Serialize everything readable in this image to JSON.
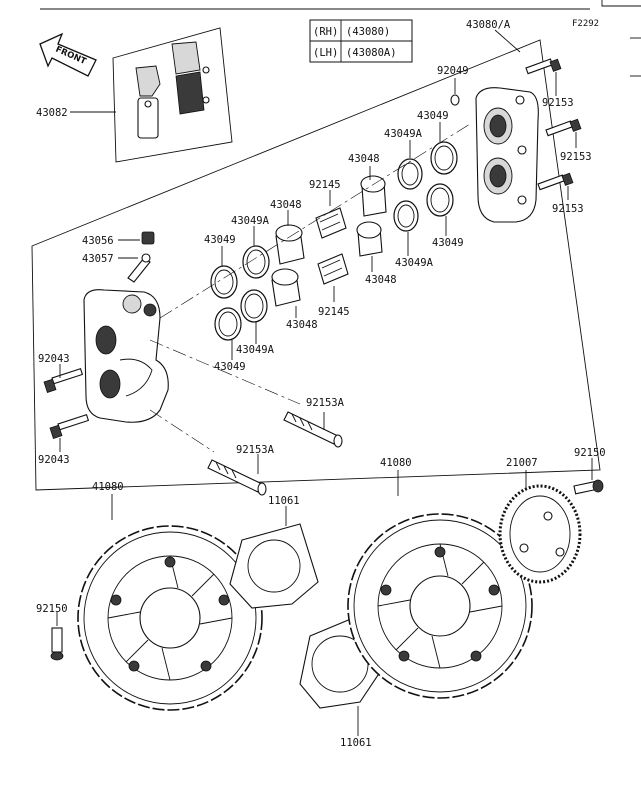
{
  "figure_code": "F2292",
  "front_label": "FRONT",
  "side_table": [
    {
      "side": "(RH)",
      "part": "(43080)"
    },
    {
      "side": "(LH)",
      "part": "(43080A)"
    }
  ],
  "labels": {
    "caliper_assy": "43080/A",
    "pads": "43082",
    "pad_spring": "92049",
    "caliper_bolt_a": "92153",
    "caliper_bolt_b": "92153",
    "caliper_bolt_c": "92153",
    "seal_r1": "43049",
    "seal_r2": "43049A",
    "seal_r3": "43049",
    "piston_r1": "43048",
    "piston_r2": "43048",
    "seal_r4": "43049A",
    "spring_top": "92145",
    "spring_bot": "92145",
    "piston_l1": "43048",
    "piston_l2": "43048",
    "seal_l1": "43049A",
    "seal_l2": "43049",
    "seal_l3": "43049A",
    "seal_l4": "43049",
    "bleed_cap": "43056",
    "bleed_valve": "43057",
    "mount_bolt_1": "92043",
    "mount_bolt_2": "92043",
    "stud_1": "92153A",
    "stud_2": "92153A",
    "disc_left": "41080",
    "disc_right": "41080",
    "shim_top": "11061",
    "shim_bot": "11061",
    "sensor_ring": "21007",
    "disc_bolt_left": "92150",
    "disc_bolt_right": "92150"
  }
}
